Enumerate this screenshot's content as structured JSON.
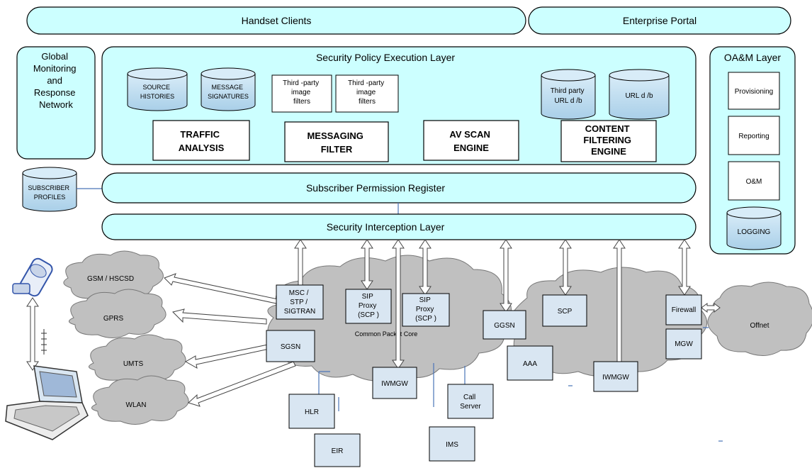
{
  "top_bars": {
    "handset_clients": "Handset Clients",
    "enterprise_portal": "Enterprise Portal"
  },
  "global_monitoring": [
    "Global",
    "Monitoring",
    "and",
    "Response",
    "Network"
  ],
  "security_policy": {
    "title": "Security Policy Execution Layer",
    "db_source": [
      "SOURCE",
      "HISTORIES"
    ],
    "db_message": [
      "MESSAGE",
      "SIGNATURES"
    ],
    "image_filter_1": [
      "Third -party",
      "image",
      "filters"
    ],
    "image_filter_2": [
      "Third -party",
      "image",
      "filters"
    ],
    "db_url_third": [
      "Third party",
      "URL d /b"
    ],
    "db_url": [
      "URL d /b"
    ],
    "traffic_analysis": [
      "TRAFFIC",
      "ANALYSIS"
    ],
    "messaging_filter": [
      "MESSAGING",
      "FILTER"
    ],
    "av_scan": [
      "AV SCAN",
      "ENGINE"
    ],
    "content_filtering": [
      "CONTENT",
      "FILTERING",
      "ENGINE"
    ]
  },
  "oam": {
    "title": "OA&M Layer",
    "provisioning": "Provisioning",
    "reporting": "Reporting",
    "om": "O&M",
    "logging": "LOGGING"
  },
  "subscriber_profiles": [
    "SUBSCRIBER",
    "PROFILES"
  ],
  "subscriber_permission_register": "Subscriber Permission Register",
  "security_interception_layer": "Security Interception Layer",
  "access_networks": {
    "gsm": "GSM  / HSCSD",
    "gprs": "GPRS",
    "umts": "UMTS",
    "wlan": "WLAN"
  },
  "core": {
    "common_packet_core": "Common Packet Core",
    "msc": [
      "MSC /",
      "STP /",
      "SIGTRAN"
    ],
    "sip1": [
      "SIP",
      "Proxy",
      "(SCP )"
    ],
    "sip2": [
      "SIP",
      "Proxy",
      "(SCP )"
    ],
    "sgsn": "SGSN",
    "ggsn": "GGSN",
    "iwmgw1": "IWMGW",
    "iwmgw2": "IWMGW",
    "scp": "SCP",
    "firewall": "Firewall",
    "mgw": "MGW",
    "aaa": "AAA",
    "offnet": "Offnet",
    "hlr": "HLR",
    "eir": "EIR",
    "ims": "IMS",
    "call_server": [
      "Call",
      "Server"
    ]
  },
  "colors": {
    "panel_fill": "#ccffff",
    "cloud_fill": "#c0c0c0",
    "box_fill": "#d9e6f2",
    "line_blue": "#4a74b8"
  }
}
